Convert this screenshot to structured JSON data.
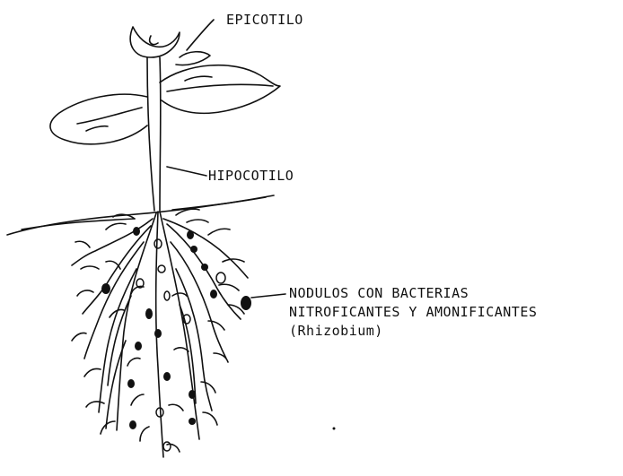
{
  "diagram": {
    "labels": {
      "epicotilo": "EPICOTILO",
      "hipocotilo": "HIPOCOTILO",
      "nodulos": {
        "line1": "NODULOS CON BACTERIAS",
        "line2": "NITROFICANTES Y AMONIFICANTES",
        "line3": "(Rhizobium)"
      }
    },
    "colors": {
      "ink": "#111111",
      "paper": "#ffffff"
    }
  }
}
